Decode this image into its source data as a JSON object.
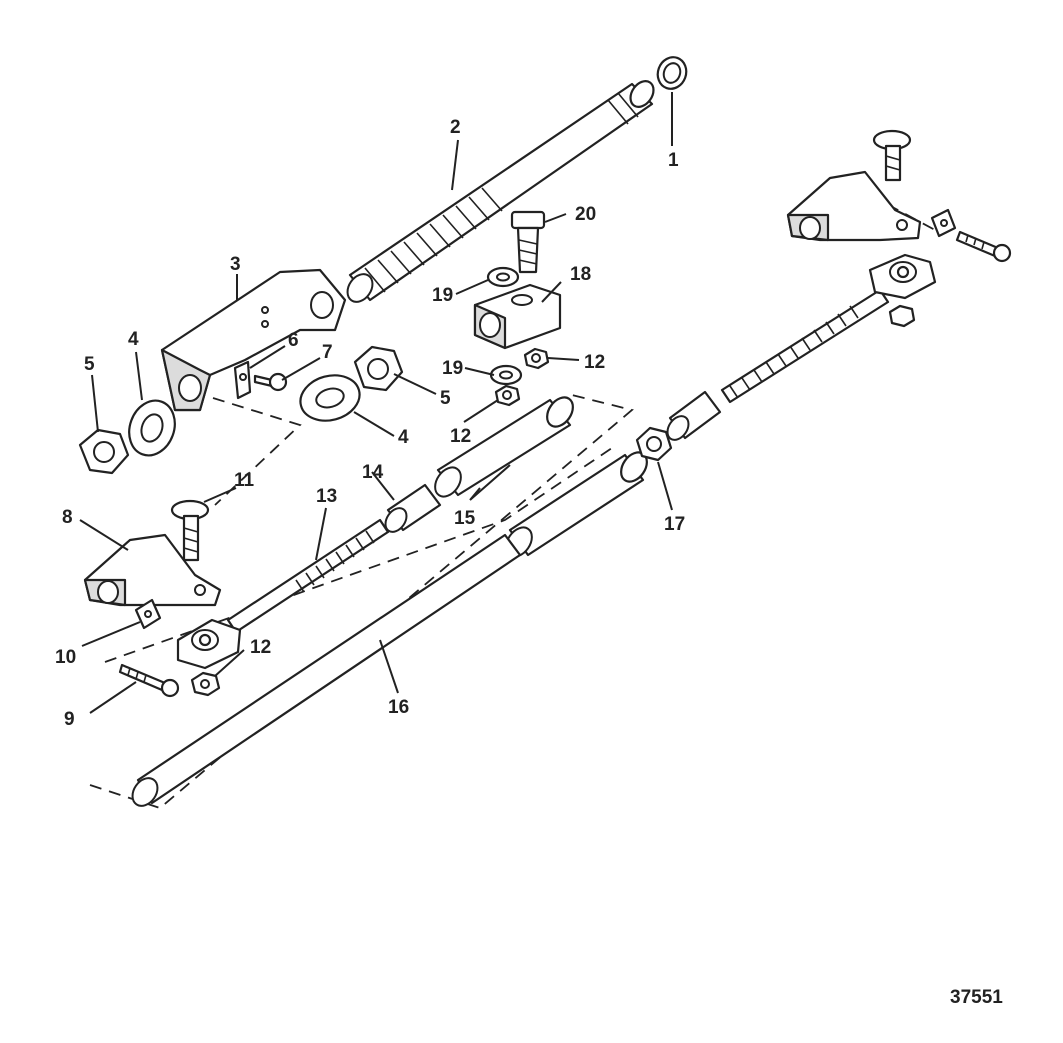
{
  "diagram": {
    "figure_id": "37551",
    "callouts": [
      "1",
      "2",
      "20",
      "3",
      "18",
      "19",
      "4",
      "6",
      "7",
      "5",
      "5",
      "19",
      "12",
      "12",
      "4",
      "12",
      "14",
      "11",
      "13",
      "8",
      "15",
      "17",
      "10",
      "12",
      "9",
      "16"
    ]
  }
}
